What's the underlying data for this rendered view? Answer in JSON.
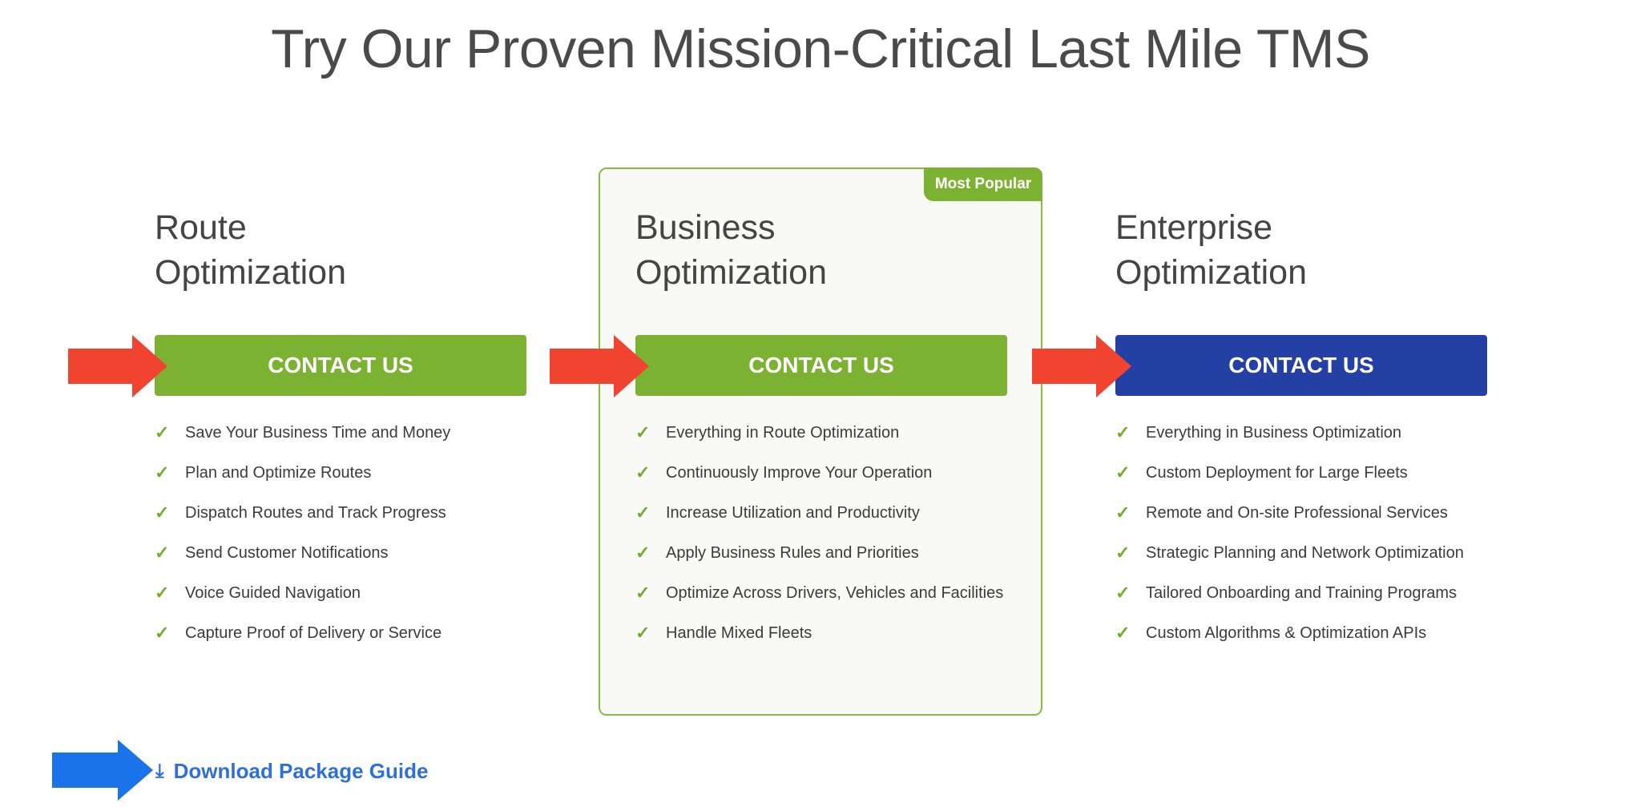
{
  "title": "Try Our Proven Mission-Critical Last Mile TMS",
  "badge": "Most Popular",
  "plans": [
    {
      "line1": "Route",
      "line2": "Optimization",
      "button": "CONTACT US",
      "features": [
        "Save Your Business Time and Money",
        "Plan and Optimize Routes",
        "Dispatch Routes and Track Progress",
        "Send Customer Notifications",
        "Voice Guided Navigation",
        "Capture Proof of Delivery or Service"
      ]
    },
    {
      "line1": "Business",
      "line2": "Optimization",
      "button": "CONTACT US",
      "features": [
        "Everything in Route Optimization",
        "Continuously Improve Your Operation",
        "Increase Utilization and Productivity",
        "Apply Business Rules and Priorities",
        "Optimize Across Drivers, Vehicles and Facilities",
        "Handle Mixed Fleets"
      ]
    },
    {
      "line1": "Enterprise",
      "line2": "Optimization",
      "button": "CONTACT US",
      "features": [
        "Everything in Business Optimization",
        "Custom Deployment for Large Fleets",
        "Remote and On-site Professional Services",
        "Strategic Planning and Network Optimization",
        "Tailored Onboarding and Training Programs",
        "Custom Algorithms & Optimization APIs"
      ]
    }
  ],
  "download": "Download Package Guide",
  "colors": {
    "green": "#7cb232",
    "blue": "#2540a5",
    "red_arrow": "#f04430",
    "blue_arrow": "#1a73e8"
  }
}
